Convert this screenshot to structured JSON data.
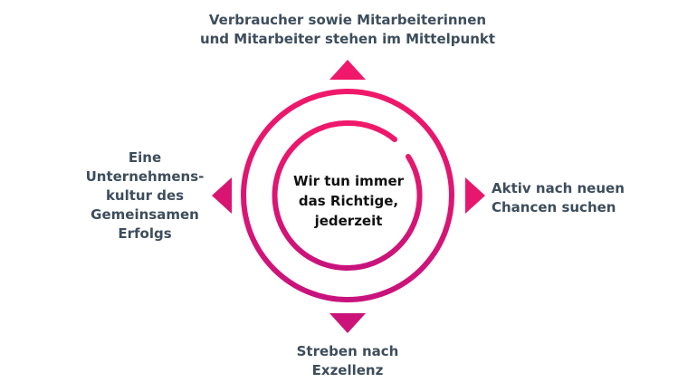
{
  "colors": {
    "gradient_top": "#f0186a",
    "gradient_bottom": "#c8137c",
    "text": "#3d4d5c",
    "center_text": "#111111"
  },
  "center": {
    "lines": [
      "Wir tun immer",
      "das Richtige,",
      "jederzeit"
    ]
  },
  "top": {
    "lines": [
      "Verbraucher sowie Mitarbeiterinnen",
      "und Mitarbeiter stehen im Mittelpunkt"
    ],
    "arrow_icon": "triangle-up-icon"
  },
  "right": {
    "lines": [
      "Aktiv nach neuen",
      "Chancen suchen"
    ],
    "arrow_icon": "triangle-right-icon"
  },
  "bottom": {
    "lines": [
      "Streben nach",
      "Exzellenz"
    ],
    "arrow_icon": "triangle-down-icon"
  },
  "left": {
    "lines": [
      "Eine",
      "Unternehmens-",
      "kultur des",
      "Gemeinsamen",
      "Erfolgs"
    ],
    "arrow_icon": "triangle-left-icon"
  }
}
